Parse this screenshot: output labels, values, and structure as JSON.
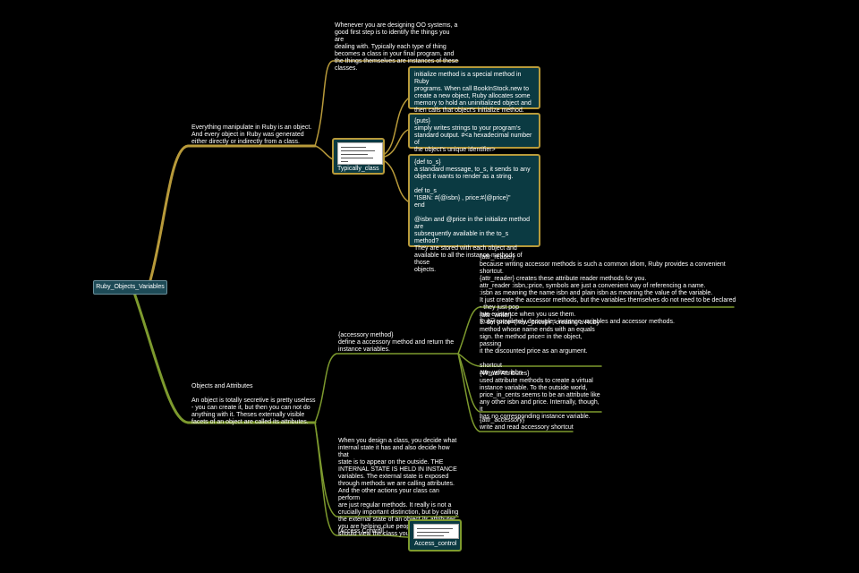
{
  "root": "Ruby_Objects_Variables",
  "branch1": {
    "text": "Everything manipulate in Ruby is an object.\nAnd every object in Ruby was generated\neither directly or indirectly from a class.",
    "top_note": "Whenever you are designing OO systems, a\ngood first step is to identify the things you are\ndealing with. Typically each type of thing\nbecomes a class in your final program, and\nthe things themselves are instances of these\nclasses.",
    "typical_label": "Typically_class",
    "boxes": [
      "initialize method is a special method in Ruby\nprograms. When call BookInStock.new to\ncreate a new object, Ruby allocates some\nmemory to hold an uninitialized object and\nthen calls that object's initialize method.",
      "{puts}\nsimply writes strings to your program's\nstandard output.  #<a hexadecimal number of\nthe object's unique identifier>",
      "{def to_s}\na standard message, to_s, it sends to any\nobject it wants to render as a string.\n\ndef to_s\n    \"ISBN: #{@isbn} , price:#{@price}\"\nend\n\n@isbn and @price in the initialize method are\nsubsequently available in the to_s method?\nThey are stored with each object and\navailable to all the instance methods of those\nobjects."
    ]
  },
  "branch2": {
    "text": "Objects and Attributes\n\nAn object is totally secretive is pretty useless\n- you can create it, but then you can not do\nanything with it. Theses externally visible\nfacets of an object are called its attributes.",
    "accessory": "{accessory method}\ndefine a accessory method and return the\ninstance variables.",
    "items": [
      "{attr_reader}\nbecause writing accessor methods is such a common idiom, Ruby provides a convenient shortcut.\n{attr_reader} creates these attribute reader methods for you.\nattr_reader :isbn,:price, symbols are just a convenient way of referencing a name.\n:isbn as meaning the name isbn and plain isbn as meaning the value of the variable.\nIt just create the accessor methods, but the variables themselves do not need to be declared - they just pop\ninto existence when you use them.\nRuby completely decouples instance variables and accessor methods.",
      "{attr_writer}\n1. def price=(new_price)n , creating a Ruby\nmethod whose name ends with an equals\nsign. the method price= in the object, passing\nit the discounted price as an argument.\n\nshortcut\nattr_writer :isbn",
      "{Virtual Attributes}\nused attribute methods to create a virtual\ninstance variable. To the outside world,\nprice_in_cents seems to be an attribute like\nany other isbn and price. Internally, though, it\nhas no corresponding instance variable.",
      "{attr_accessory}\nwrite and read accessory shortcut"
    ],
    "design": "When you design a class, you decide what\ninternal state it has and also decide how that\nstate is to appear on the outside. THE\nINTERNAL STATE IS HELD IN INSTANCE\nvariables. The external state is exposed\nthrough methods we are calling attributes.\nAnd the other actions your class can perform\nare just regular methods. It really is not a\ncrucially important distinction, but by calling\nthe external state of an object its attributes,\nyou are helping clue people in to how they\nshould view the class you have written.",
    "access_control": "[Access Control]",
    "access_label": "Access_control"
  },
  "colors": {
    "gold": "#b89a3a",
    "green": "#7d9a2e",
    "box_fill": "#0b3a42",
    "root_fill": "#1d4a56"
  }
}
